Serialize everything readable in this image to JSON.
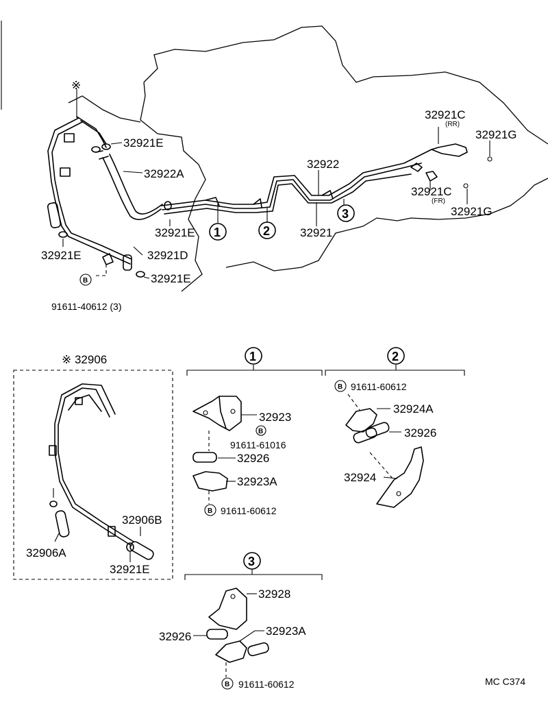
{
  "labels": {
    "asterisk_mark": "※",
    "p_32921E_a": "32921E",
    "p_32922A": "32922A",
    "p_32921E_b": "32921E",
    "p_32921E_c": "32921E",
    "p_32921D": "32921D",
    "p_32921E_d": "32921E",
    "bolt_b": "B",
    "p_91611_40612": "91611-40612 (3)",
    "p_32922": "32922",
    "p_32921": "32921",
    "p_32921C_rr": "32921C",
    "rr_note": "(RR)",
    "p_32921G_a": "32921G",
    "p_32921C_fr": "32921C",
    "fr_note": "(FR)",
    "p_32921G_b": "32921G",
    "circle_1": "1",
    "circle_2": "2",
    "circle_3": "3"
  },
  "kit_box": {
    "title": "※ 32906",
    "p_32906B": "32906B",
    "p_32906A": "32906A",
    "p_32921E": "32921E"
  },
  "detail_1": {
    "num": "1",
    "p_32923": "32923",
    "bolt_b1": "B",
    "p_91611_61016": "91611-61016",
    "p_32926": "32926",
    "p_32923A": "32923A",
    "bolt_b2": "B",
    "p_91611_60612": "91611-60612"
  },
  "detail_2": {
    "num": "2",
    "bolt_b": "B",
    "p_91611_60612": "91611-60612",
    "p_32924A": "32924A",
    "p_32926": "32926",
    "p_32924": "32924"
  },
  "detail_3": {
    "num": "3",
    "p_32928": "32928",
    "p_32926": "32926",
    "p_32923A": "32923A",
    "bolt_b": "B",
    "p_91611_60612": "91611-60612"
  },
  "footer": {
    "code": "MC  C374"
  }
}
